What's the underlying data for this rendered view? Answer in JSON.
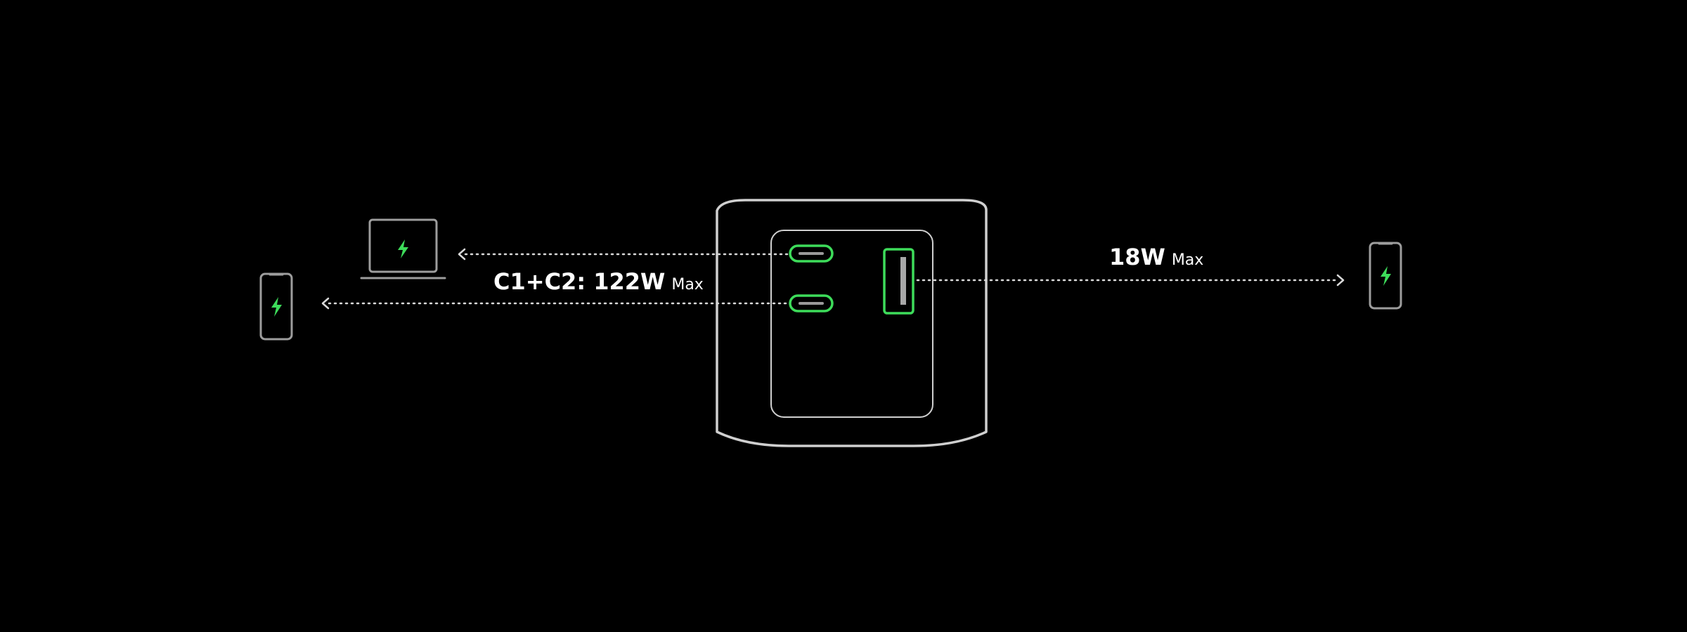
{
  "labels": {
    "combined_value": "C1+C2: 122W",
    "combined_unit": "Max",
    "usb_a_value": "18W",
    "usb_a_unit": "Max"
  },
  "colors": {
    "background": "#000000",
    "outline": "#cfcfcf",
    "accent_green": "#3ddc5a",
    "text": "#ffffff",
    "dotted_line": "#d9d9d9"
  },
  "icons": {
    "laptop": "laptop-charging-icon",
    "phone_left": "phone-charging-icon",
    "phone_right": "phone-charging-icon",
    "bolt": "lightning-bolt-icon"
  }
}
